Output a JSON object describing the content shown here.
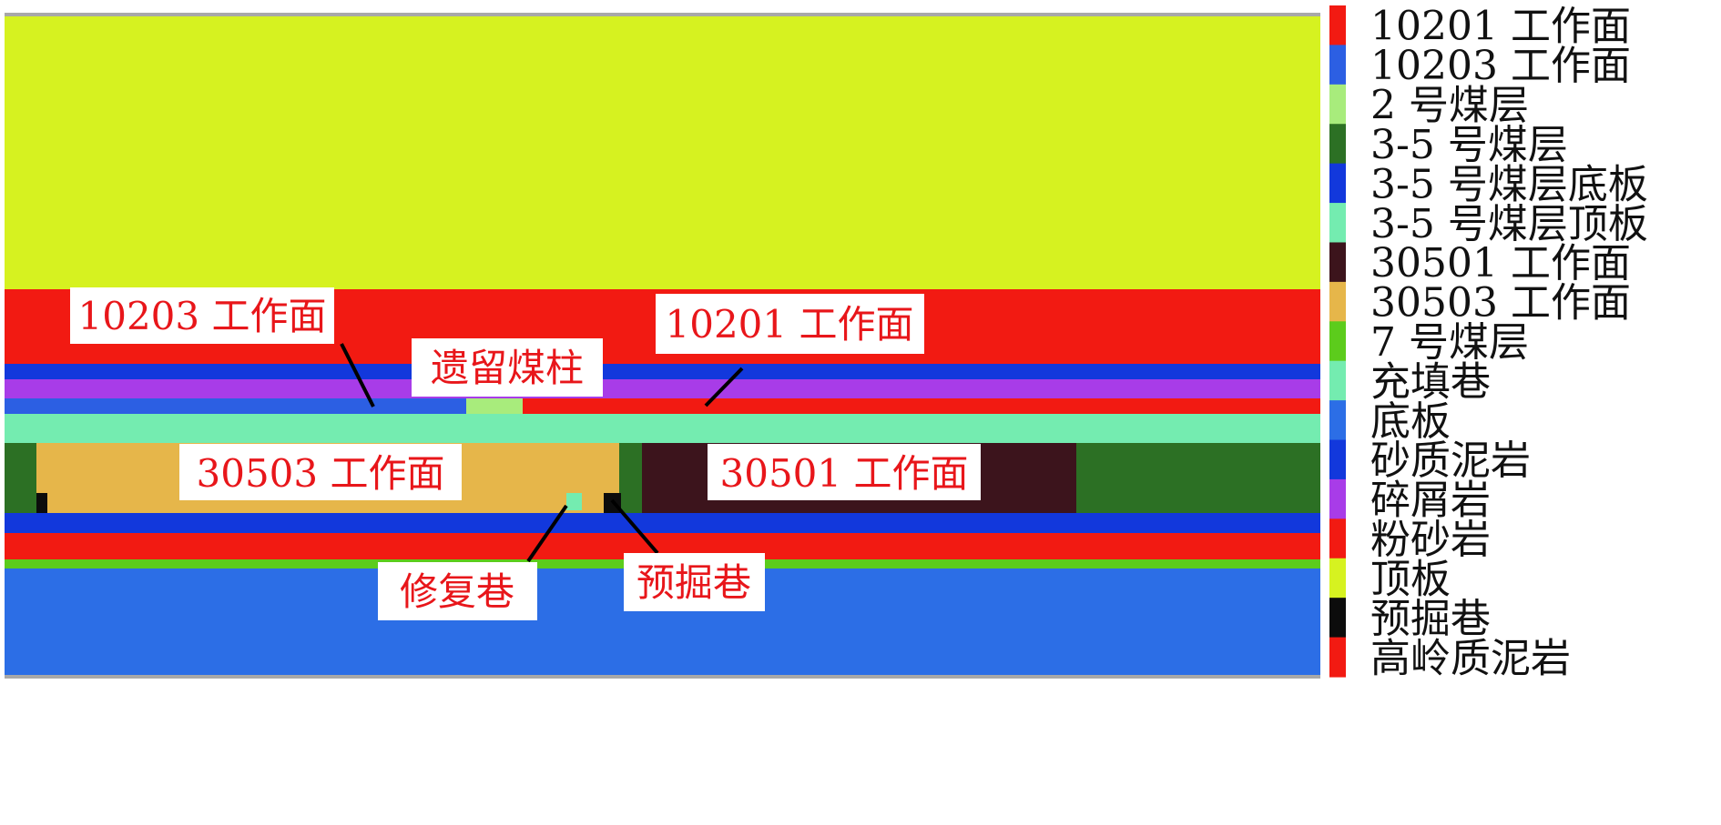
{
  "model": {
    "callouts": {
      "face_10203": "10203 工作面",
      "face_10201": "10201 工作面",
      "remnant_pillar": "遗留煤柱",
      "face_30503": "30503 工作面",
      "face_30501": "30501 工作面",
      "repair_roadway": "修复巷",
      "pre_driven_roadway": "预掘巷"
    }
  },
  "legend": {
    "items": [
      {
        "label": "10201 工作面",
        "color": "#f21a12"
      },
      {
        "label": "10203 工作面",
        "color": "#2c5fe3"
      },
      {
        "label": "2 号煤层",
        "color": "#a8ec7c"
      },
      {
        "label": "3-5 号煤层",
        "color": "#2c7024"
      },
      {
        "label": "3-5 号煤层底板",
        "color": "#1238dc"
      },
      {
        "label": "3-5 号煤层顶板",
        "color": "#74ecb0"
      },
      {
        "label": "30501 工作面",
        "color": "#3c141c"
      },
      {
        "label": "30503 工作面",
        "color": "#e6b64a"
      },
      {
        "label": "7 号煤层",
        "color": "#5ccc1c"
      },
      {
        "label": "充填巷",
        "color": "#74ecb0"
      },
      {
        "label": "底板",
        "color": "#2c6ee6"
      },
      {
        "label": "砂质泥岩",
        "color": "#1238dc"
      },
      {
        "label": "碎屑岩",
        "color": "#a83ce8"
      },
      {
        "label": "粉砂岩",
        "color": "#f21a12"
      },
      {
        "label": "顶板",
        "color": "#d6f220"
      },
      {
        "label": "预掘巷",
        "color": "#0c0c0c"
      },
      {
        "label": "高岭质泥岩",
        "color": "#f21a12"
      }
    ]
  }
}
